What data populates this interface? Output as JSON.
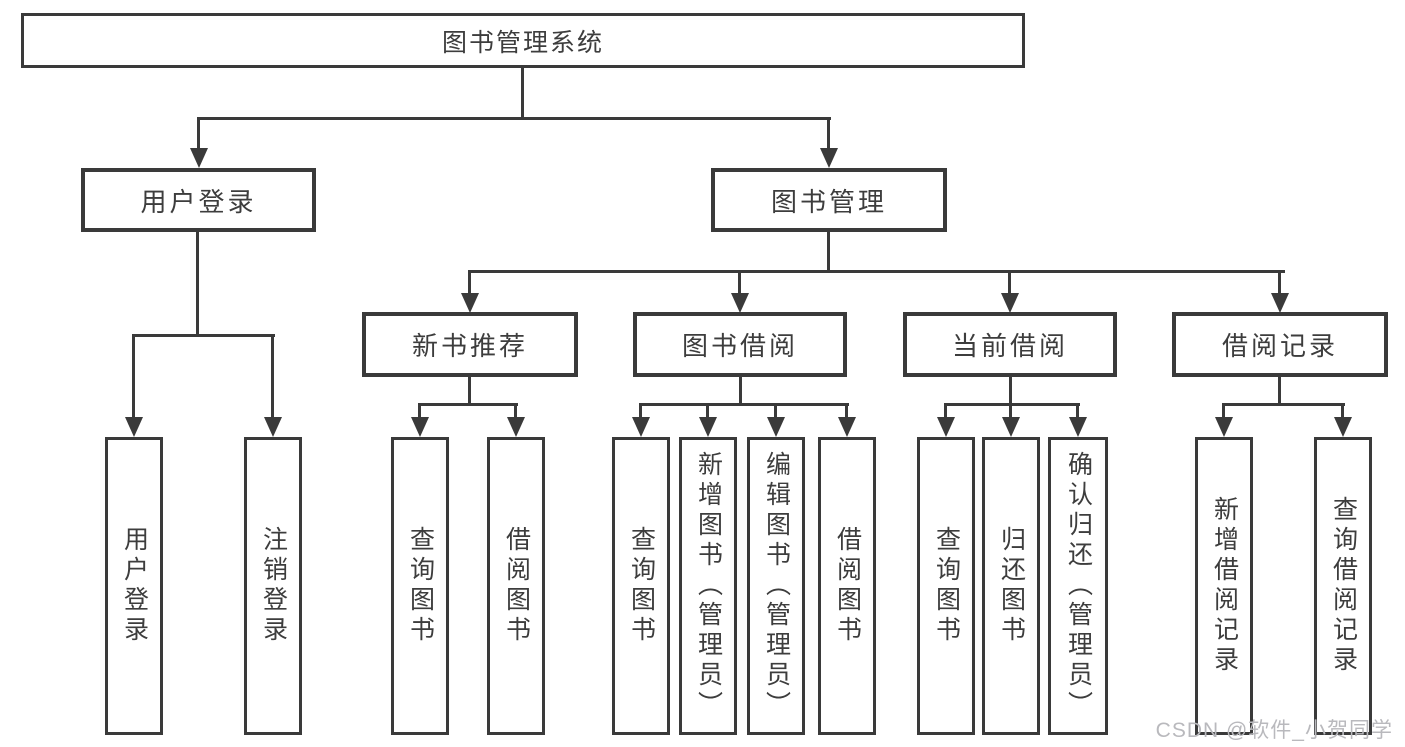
{
  "tree": {
    "label": "图书管理系统",
    "children": [
      {
        "label": "用户登录",
        "children": [
          {
            "label": "用户登录"
          },
          {
            "label": "注销登录"
          }
        ]
      },
      {
        "label": "图书管理",
        "children": [
          {
            "label": "新书推荐",
            "children": [
              {
                "label": "查询图书"
              },
              {
                "label": "借阅图书"
              }
            ]
          },
          {
            "label": "图书借阅",
            "children": [
              {
                "label": "查询图书"
              },
              {
                "label": "新增图书（管理员）"
              },
              {
                "label": "编辑图书（管理员）"
              },
              {
                "label": "借阅图书"
              }
            ]
          },
          {
            "label": "当前借阅",
            "children": [
              {
                "label": "查询图书"
              },
              {
                "label": "归还图书"
              },
              {
                "label": "确认归还（管理员）"
              }
            ]
          },
          {
            "label": "借阅记录",
            "children": [
              {
                "label": "新增借阅记录"
              },
              {
                "label": "查询借阅记录"
              }
            ]
          }
        ]
      }
    ]
  },
  "watermark": {
    "text": "CSDN @软件_小贺同学"
  },
  "colors": {
    "line": "#3a3a3a",
    "text": "#3d3d3d",
    "watermark": "#b9b9bd",
    "background": "#ffffff"
  }
}
